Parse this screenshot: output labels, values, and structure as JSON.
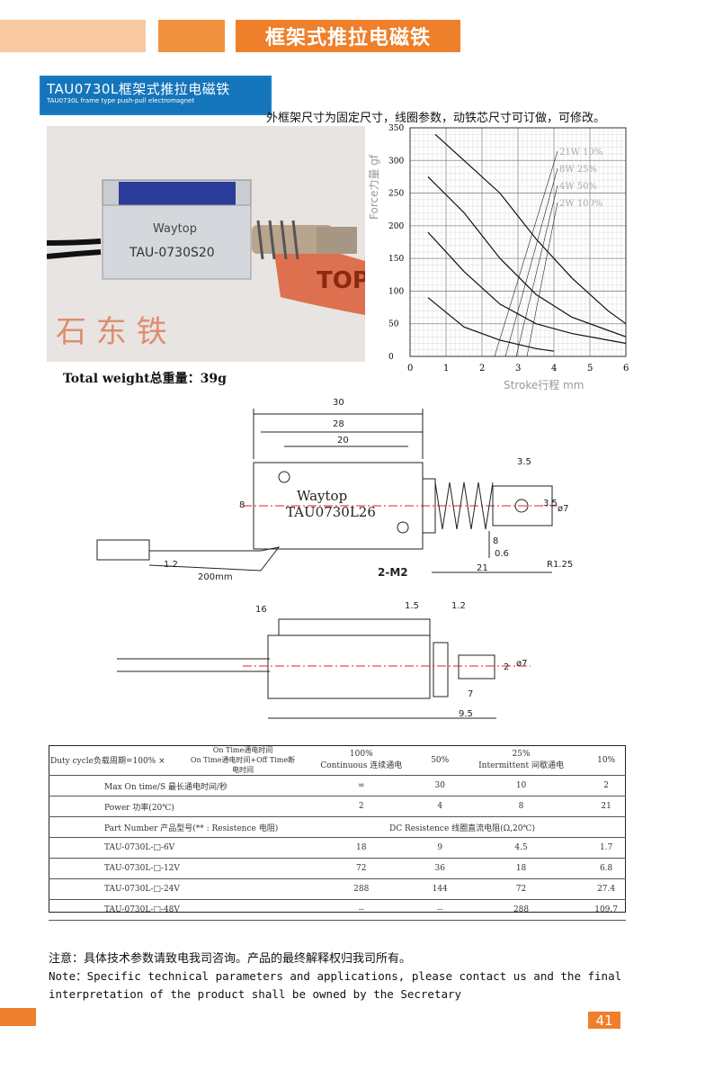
{
  "header": {
    "title": "框架式推拉电磁铁"
  },
  "product": {
    "title": "TAU0730L框架式推拉电磁铁",
    "subtitle": "TAU0730L frame type push-pull electromagnet",
    "note": "外框架尺寸为固定尺寸，线圈参数，动铁芯尺寸可订做，可修改。",
    "photo_text1": "Waytop",
    "photo_text2": "TAU-0730S20",
    "weight": "Total weight总重量：39g"
  },
  "chart_data": {
    "type": "line",
    "ylabel": "Force力量 gf",
    "xlabel": "Stroke行程 mm",
    "xlim": [
      0,
      6
    ],
    "ylim": [
      0,
      350
    ],
    "xticks": [
      "0",
      "1",
      "2",
      "3",
      "4",
      "5",
      "6"
    ],
    "yticks": [
      "0",
      "50",
      "100",
      "150",
      "200",
      "250",
      "300",
      "350"
    ],
    "grid": true,
    "series": [
      {
        "name": "21W 10%",
        "x": [
          0.7,
          1.5,
          2.5,
          3.5,
          4.5,
          5.5,
          6
        ],
        "y": [
          340,
          300,
          250,
          180,
          120,
          70,
          50
        ]
      },
      {
        "name": "8W 25%",
        "x": [
          0.5,
          1.5,
          2.5,
          3.5,
          4.5,
          5.5,
          6
        ],
        "y": [
          275,
          220,
          150,
          95,
          60,
          40,
          30
        ]
      },
      {
        "name": "4W 50%",
        "x": [
          0.5,
          1.5,
          2.5,
          3.5,
          4.5,
          5.5,
          6
        ],
        "y": [
          190,
          130,
          80,
          50,
          35,
          25,
          20
        ]
      },
      {
        "name": "2W 100%",
        "x": [
          0.5,
          1.5,
          2.5,
          3.5,
          4
        ],
        "y": [
          90,
          45,
          25,
          12,
          8
        ]
      }
    ]
  },
  "drawing": {
    "dims": {
      "d30": "30",
      "d28": "28",
      "d20": "20",
      "d35": "3.5",
      "d8": "8",
      "d06": "0.6",
      "d21": "21",
      "dia7": "ø7",
      "r125": "R1.25",
      "d12": "1.2",
      "d200": "200mm",
      "m2": "2-M2",
      "d35v": "3.5",
      "d16": "16",
      "d15": "1.5",
      "d12b": "1.2",
      "dia7b": "ø7",
      "d2": "2",
      "d7": "7",
      "d8b": "8",
      "d95": "9.5"
    },
    "label1": "Waytop",
    "label2": "TAU0730L26"
  },
  "table": {
    "duty_label": "Duty cycle负载周期=100% ×",
    "on_time": "On Time通电时间",
    "on_off_time": "On Time通电时间+Off Time断电时间",
    "cols": [
      "100%",
      "50%",
      "25%",
      "10%"
    ],
    "continuous": "Continuous 连续通电",
    "intermittent": "Intermittent 间歇通电",
    "max_on_label": "Max On time/S 最长通电时间/秒",
    "max_on": [
      "∞",
      "30",
      "10",
      "2"
    ],
    "power_label": "Power 功率(20℃)",
    "power": [
      "2",
      "4",
      "8",
      "21"
    ],
    "part_label": "Part Number 产品型号(** : Resistence 电阻)",
    "dc_label": "DC Resistence 线圈直流电阻(Ω,20℃)",
    "rows": [
      {
        "part": "TAU-0730L-□-6V",
        "v": [
          "18",
          "9",
          "4.5",
          "1.7"
        ]
      },
      {
        "part": "TAU-0730L-□-12V",
        "v": [
          "72",
          "36",
          "18",
          "6.8"
        ]
      },
      {
        "part": "TAU-0730L-□-24V",
        "v": [
          "288",
          "144",
          "72",
          "27.4"
        ]
      },
      {
        "part": "TAU-0730L-□-48V",
        "v": [
          "--",
          "--",
          "288",
          "109.7"
        ]
      }
    ]
  },
  "notes": {
    "zh": "注意：具体技术参数请致电我司咨询。产品的最终解释权归我司所有。",
    "en1": "Note：Specific technical parameters and applications, please contact us and the final",
    "en2": "interpretation of the product shall be owned by the Secretary"
  },
  "footer": {
    "page": "41"
  },
  "colors": {
    "accent": "#ee7f2b",
    "light_accent": "#f8c9a0",
    "blue": "#1575bb"
  }
}
